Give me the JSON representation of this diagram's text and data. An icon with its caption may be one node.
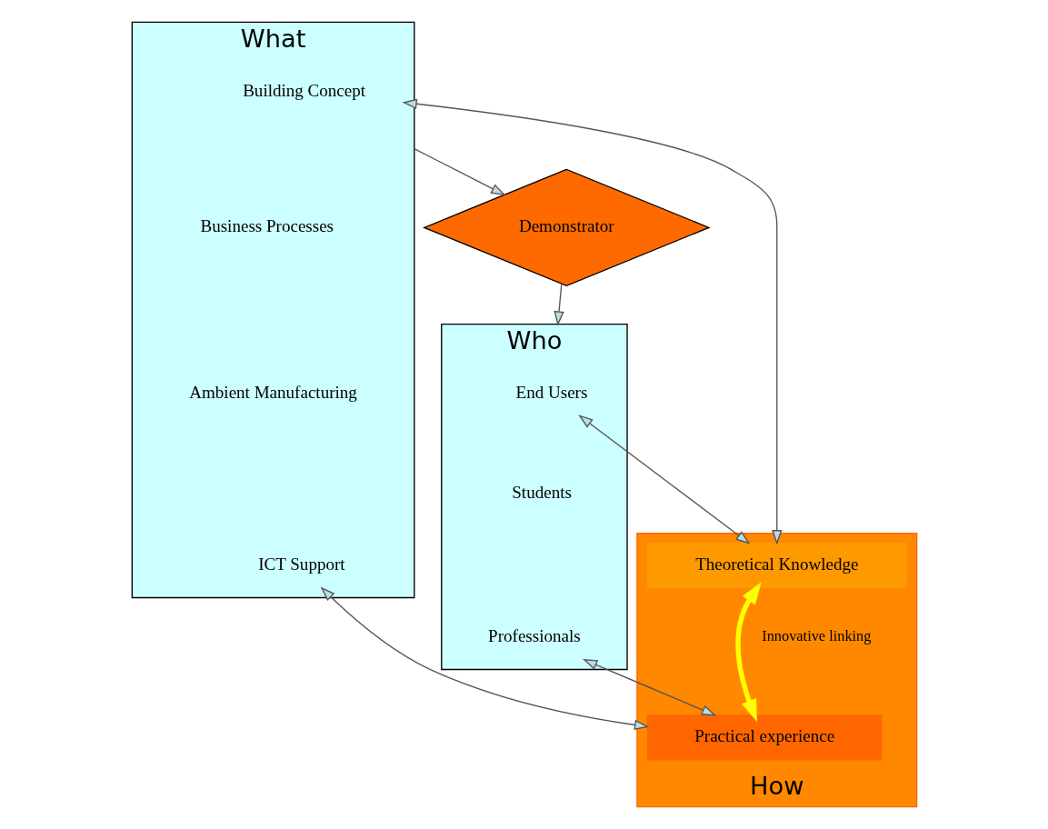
{
  "diagram": {
    "nodes": [
      {
        "text": [
          "Demonstrator"
        ]
      },
      {
        "text": [
          "Who"
        ]
      },
      {
        "text": [
          "End Users"
        ],
        "in": 1
      },
      {
        "text": [
          "Students"
        ],
        "in": 1
      },
      {
        "text": [
          "Professionals"
        ],
        "in": 1
      },
      {
        "text": [
          "What"
        ]
      },
      {
        "text": [
          "Building Concept"
        ],
        "in": 5
      },
      {
        "text": [
          "Business Processes"
        ],
        "in": 5
      },
      {
        "text": [
          "Ambient Manufacturing"
        ],
        "in": 5
      },
      {
        "text": [
          "ICT Support"
        ],
        "in": 5
      },
      {
        "text": [
          "How"
        ]
      },
      {
        "text": [
          "Theoretical Knowledge"
        ],
        "in": 10
      },
      {
        "text": [
          "Practical experience"
        ],
        "in": 10
      }
    ],
    "edges": [
      {
        "from": 0,
        "to": 1,
        "arrow": "to"
      },
      {
        "from": 5,
        "to": 0,
        "arrow": "to"
      },
      {
        "from": 2,
        "to": 11,
        "arrow": "both"
      },
      {
        "from": 6,
        "to": 11,
        "arrow": "both"
      },
      {
        "from": 11,
        "to": 12,
        "arrow": "both",
        "label": "Innovative linking",
        "style": "thick",
        "color": "#ffff00"
      },
      {
        "from": 4,
        "to": 12,
        "arrow": "both"
      },
      {
        "from": 9,
        "to": 12,
        "arrow": "both"
      }
    ]
  }
}
